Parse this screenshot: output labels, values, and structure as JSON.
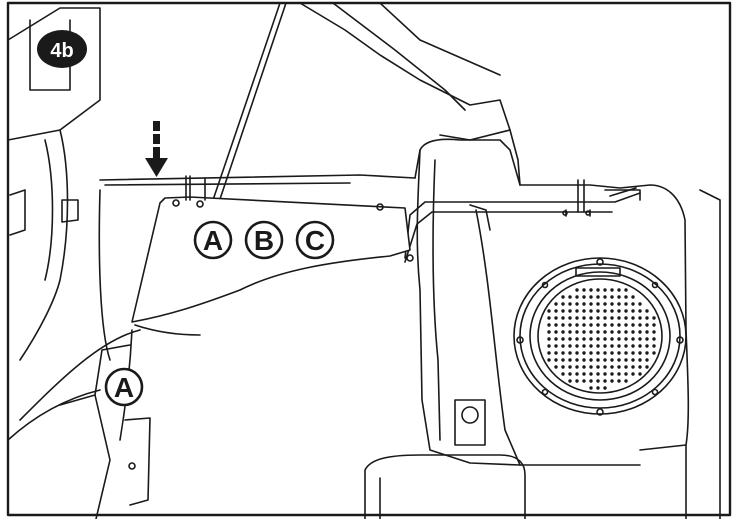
{
  "step_badge": "4b",
  "callouts": {
    "group": [
      "A",
      "B",
      "C"
    ],
    "single": "A"
  },
  "colors": {
    "ink": "#1a1a1a",
    "paper": "#ffffff",
    "badge": "#1a1a1a",
    "badge_text": "#ffffff"
  },
  "icons": [
    "down-arrow-icon",
    "speaker-grille-icon"
  ]
}
